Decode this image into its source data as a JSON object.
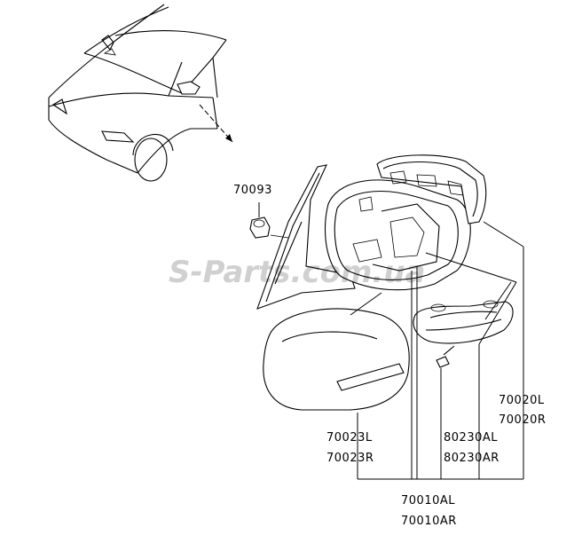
{
  "watermark": "S-Parts.com.ua",
  "labels": {
    "nut": "70093",
    "cover_l": "70023L",
    "cover_r": "70023R",
    "turn_l": "80230AL",
    "turn_r": "80230AR",
    "glass_l": "70020L",
    "glass_r": "70020R",
    "assy_l": "70010AL",
    "assy_r": "70010AR"
  },
  "icons": {
    "car": "car-outline-icon",
    "arrow": "direction-arrow-icon"
  }
}
